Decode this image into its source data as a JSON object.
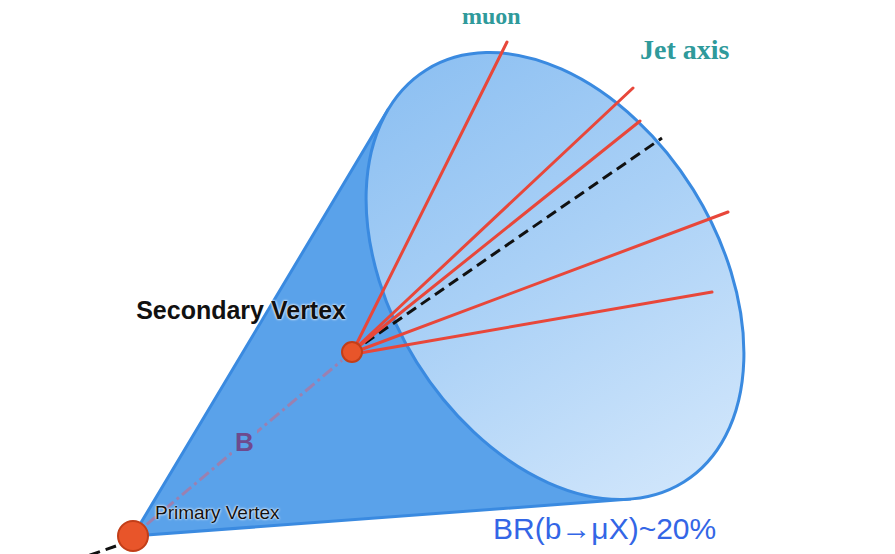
{
  "diagram": {
    "nodes": [
      {
        "text": [
          "Secondary Vertex"
        ]
      },
      {
        "text": [
          "Primary Vertex"
        ]
      }
    ],
    "edges": [
      {
        "from": 1,
        "to": 0,
        "arrow": "none",
        "label": "B"
      }
    ],
    "labels": [
      "muon",
      "Jet axis",
      "BR(b→μX)~20%"
    ]
  }
}
